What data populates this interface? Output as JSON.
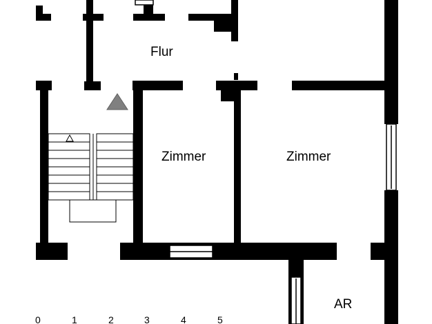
{
  "rooms": {
    "flur": "Flur",
    "zimmer_left": "Zimmer",
    "zimmer_right": "Zimmer",
    "ar": "AR"
  },
  "scale_bar": {
    "labels": [
      "0",
      "1",
      "2",
      "3",
      "4",
      "5"
    ]
  },
  "colors": {
    "wall": "#000000",
    "background": "#ffffff",
    "entrance_marker": "#808080"
  },
  "icons": {
    "entrance": "triangle-icon",
    "stair_direction": "triangle-outline-icon"
  }
}
